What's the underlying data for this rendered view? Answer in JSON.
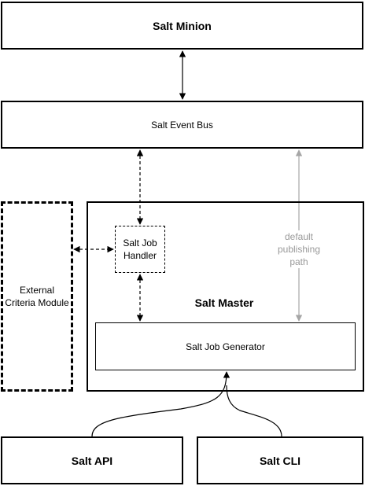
{
  "nodes": {
    "salt_minion": "Salt Minion",
    "salt_event_bus": "Salt Event Bus",
    "salt_master": "Salt Master",
    "salt_job_handler": [
      "Salt Job",
      "Handler"
    ],
    "salt_job_generator": "Salt Job Generator",
    "external_criteria_module": [
      "External",
      "Criteria Module"
    ],
    "salt_api": "Salt API",
    "salt_cli": "Salt CLI"
  },
  "edges": {
    "default_publishing_path": [
      "default",
      "publishing",
      "path"
    ]
  },
  "colors": {
    "line": "#000000",
    "gray_path": "#a6a6a6",
    "gray_text": "#999999"
  }
}
